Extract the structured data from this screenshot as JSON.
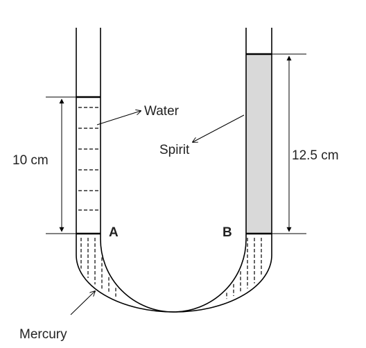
{
  "labels": {
    "water": "Water",
    "spirit": "Spirit",
    "mercury": "Mercury",
    "water_height": "10 cm",
    "spirit_height": "12.5 cm",
    "point_a": "A",
    "point_b": "B"
  },
  "colors": {
    "spirit_fill": "#d9d9d9",
    "mercury_fill": "#ffffff",
    "stroke": "#000000"
  }
}
